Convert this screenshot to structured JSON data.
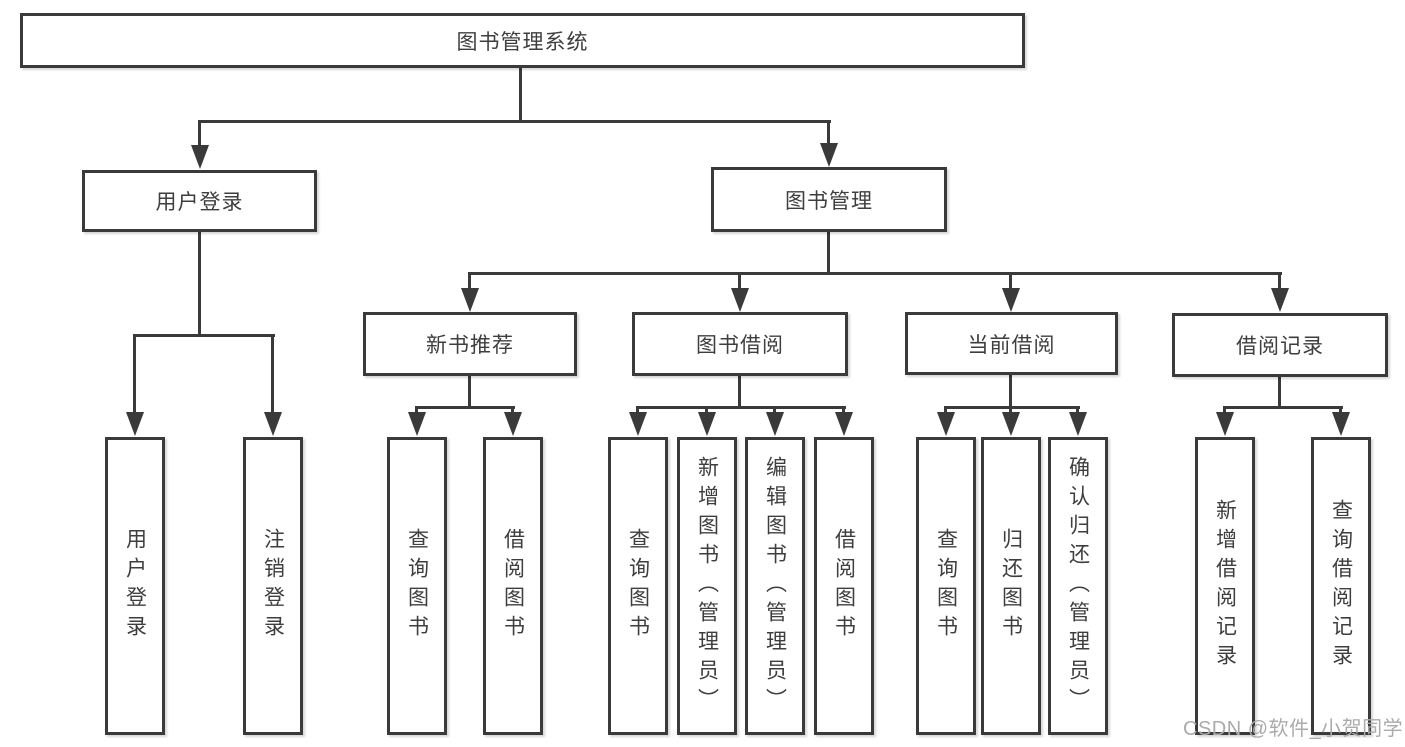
{
  "colors": {
    "line": "#3a3a3a",
    "text": "#3e3e3e",
    "box_bg": "#ffffff",
    "background": "#ffffff",
    "watermark": "#ababab"
  },
  "watermark": "CSDN @软件_小贺同学",
  "tree": {
    "label": "图书管理系统",
    "children": [
      {
        "label": "用户登录",
        "children": [
          {
            "label": "用户登录"
          },
          {
            "label": "注销登录"
          }
        ]
      },
      {
        "label": "图书管理",
        "children": [
          {
            "label": "新书推荐",
            "children": [
              {
                "label": "查询图书"
              },
              {
                "label": "借阅图书"
              }
            ]
          },
          {
            "label": "图书借阅",
            "children": [
              {
                "label": "查询图书"
              },
              {
                "label": "新增图书（管理员）"
              },
              {
                "label": "编辑图书（管理员）"
              },
              {
                "label": "借阅图书"
              }
            ]
          },
          {
            "label": "当前借阅",
            "children": [
              {
                "label": "查询图书"
              },
              {
                "label": "归还图书"
              },
              {
                "label": "确认归还（管理员）"
              }
            ]
          },
          {
            "label": "借阅记录",
            "children": [
              {
                "label": "新增借阅记录"
              },
              {
                "label": "查询借阅记录"
              }
            ]
          }
        ]
      }
    ]
  }
}
